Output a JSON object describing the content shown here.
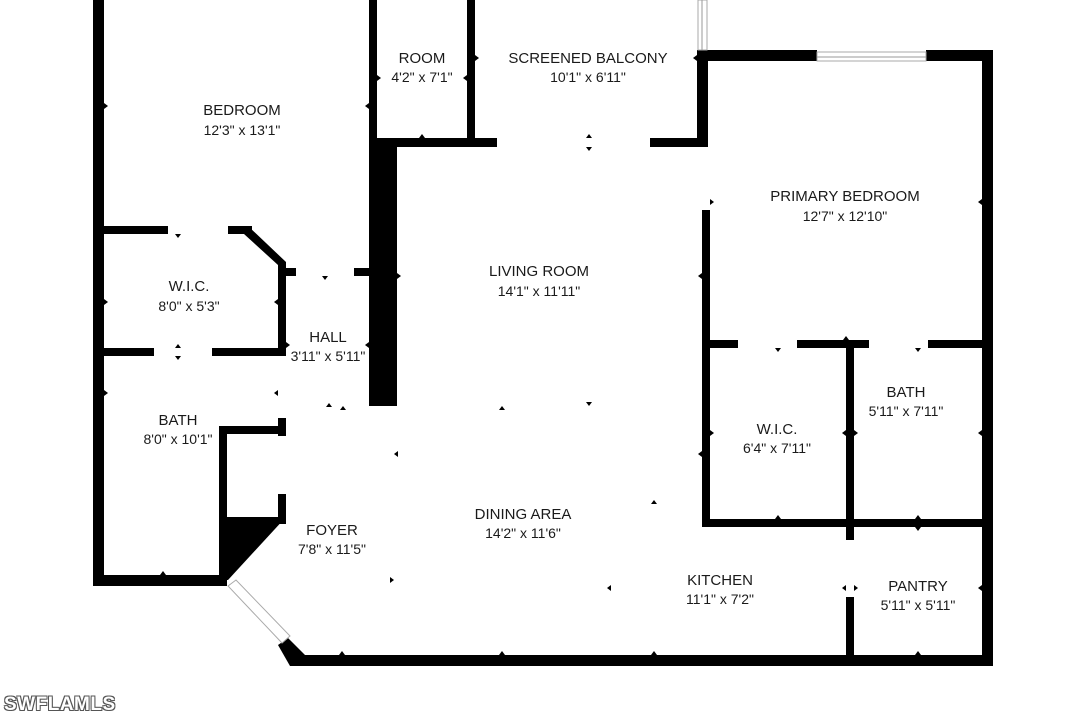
{
  "rooms": {
    "bedroom": {
      "name": "BEDROOM",
      "dims": "12'3\" x 13'1\""
    },
    "room": {
      "name": "ROOM",
      "dims": "4'2\" x 7'1\""
    },
    "screened_balcony": {
      "name": "SCREENED BALCONY",
      "dims": "10'1\" x 6'11\""
    },
    "primary_bedroom": {
      "name": "PRIMARY BEDROOM",
      "dims": "12'7\" x 12'10\""
    },
    "wic_left": {
      "name": "W.I.C.",
      "dims": "8'0\" x 5'3\""
    },
    "living_room": {
      "name": "LIVING ROOM",
      "dims": "14'1\" x 11'11\""
    },
    "hall": {
      "name": "HALL",
      "dims": "3'11\" x 5'11\""
    },
    "bath_left": {
      "name": "BATH",
      "dims": "8'0\" x 10'1\""
    },
    "bath_right": {
      "name": "BATH",
      "dims": "5'11\" x 7'11\""
    },
    "wic_right": {
      "name": "W.I.C.",
      "dims": "6'4\" x 7'11\""
    },
    "foyer": {
      "name": "FOYER",
      "dims": "7'8\" x 11'5\""
    },
    "dining_area": {
      "name": "DINING AREA",
      "dims": "14'2\" x 11'6\""
    },
    "kitchen": {
      "name": "KITCHEN",
      "dims": "11'1\" x 7'2\""
    },
    "pantry": {
      "name": "PANTRY",
      "dims": "5'11\" x 5'11\""
    }
  },
  "watermark": "SWFLAMLS",
  "colors": {
    "wall": "#000000",
    "background": "#ffffff",
    "label": "#1a1a1a"
  }
}
